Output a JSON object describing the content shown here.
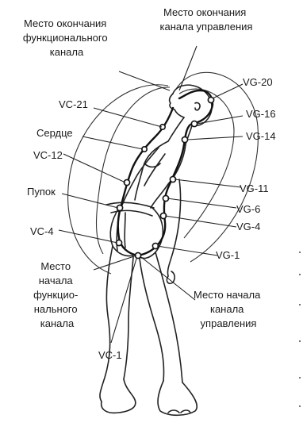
{
  "labels": {
    "vc_end": [
      "Место окончания",
      "функционального",
      "канала"
    ],
    "vg_end": [
      "Место окончания",
      "канала управления"
    ],
    "vg20": "VG-20",
    "vg16": "VG-16",
    "vg14": "VG-14",
    "vc21": "VC-21",
    "heart": "Сердце",
    "vc12": "VC-12",
    "navel": "Пупок",
    "vg11": "VG-11",
    "vg6": "VG-6",
    "vg4": "VG-4",
    "vc4": "VC-4",
    "vg1": "VG-1",
    "vc_start": [
      "Место",
      "начала",
      "функцио-",
      "нального",
      "канала"
    ],
    "vg_start": [
      "Место начала",
      "канала",
      "управления"
    ],
    "vc1": "VC-1"
  },
  "colors": {
    "ink": "#1a1a1a",
    "background": "#ffffff"
  }
}
